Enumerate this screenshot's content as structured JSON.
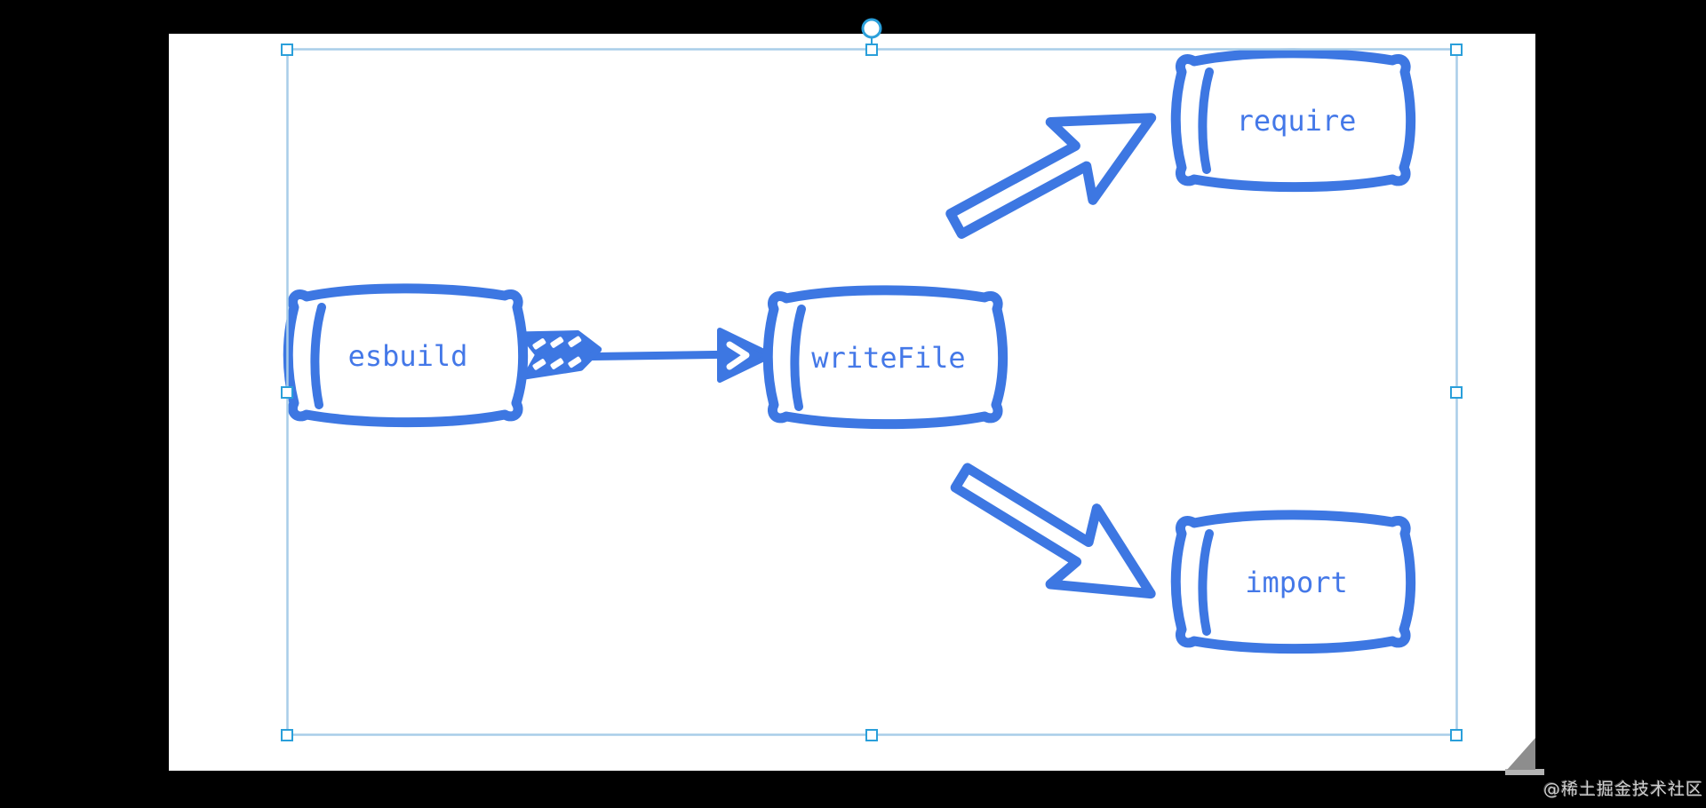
{
  "app": {
    "type": "whiteboard-diagram-editor",
    "watermark": {
      "text": "@稀土掘金技术社区"
    }
  },
  "colors": {
    "shape_blue": "#3d77e2",
    "label_blue": "#4478e8",
    "selection_outline": "#a9cde9",
    "selection_handle_accent": "#2a9fda",
    "page_background": "#000000",
    "canvas_background": "#ffffff",
    "page_curl_gray": "#8d8d8d",
    "watermark_gray": "#cfcfcf"
  },
  "diagram": {
    "nodes": [
      {
        "id": "esbuild",
        "label": "esbuild",
        "shape": "sketch-pillow-rectangle"
      },
      {
        "id": "writeFile",
        "label": "writeFile",
        "shape": "sketch-pillow-rectangle"
      },
      {
        "id": "require",
        "label": "require",
        "shape": "sketch-pillow-rectangle"
      },
      {
        "id": "import",
        "label": "import",
        "shape": "sketch-pillow-rectangle"
      }
    ],
    "edges": [
      {
        "from": "esbuild",
        "to": "writeFile",
        "style": "feathered-line-arrow",
        "direction": "right"
      },
      {
        "from": "writeFile",
        "to": "require",
        "style": "hollow-block-arrow",
        "direction": "up-right"
      },
      {
        "from": "writeFile",
        "to": "import",
        "style": "hollow-block-arrow",
        "direction": "down-right"
      }
    ]
  },
  "selection": {
    "active": true,
    "handle_count": 8,
    "rotation_handle": true
  }
}
